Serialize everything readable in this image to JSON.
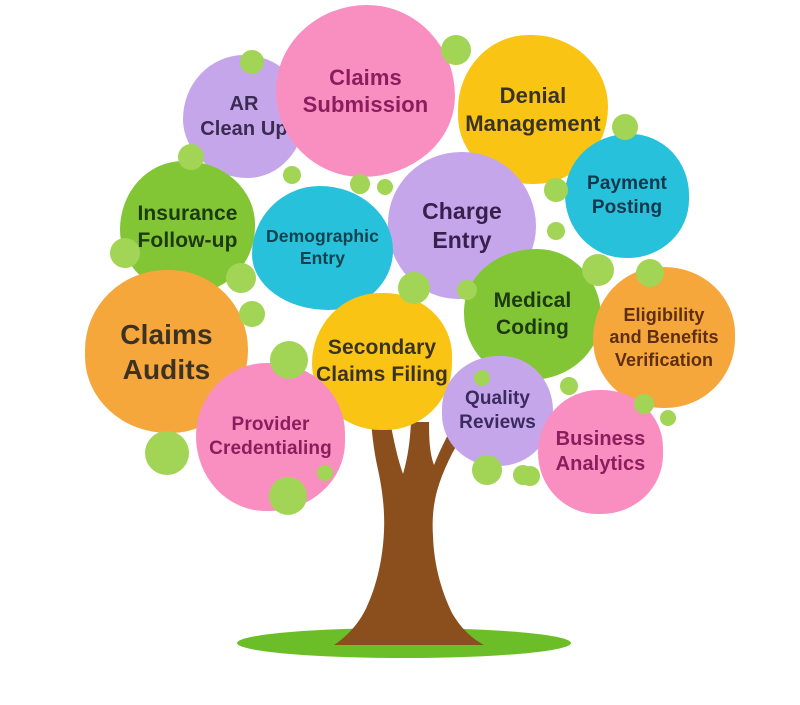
{
  "palette": {
    "pink": "#F98FC0",
    "lavender": "#C6A6EB",
    "yellow": "#F9C414",
    "green": "#82C636",
    "cyan": "#27C1DC",
    "orange": "#F5A73C"
  },
  "tree": {
    "trunk_color": "#8A4F1D",
    "grass_color": "#6CBE29",
    "leaf_color": "#A2D455"
  },
  "bubbles": [
    {
      "id": "ar-clean-up",
      "label": "AR\nClean Up",
      "color": "#C6A6EB",
      "text_color": "#3B2B52"
    },
    {
      "id": "claims-submission",
      "label": "Claims\nSubmission",
      "color": "#F98FC0",
      "text_color": "#8A1D5D"
    },
    {
      "id": "denial-management",
      "label": "Denial\nManagement",
      "color": "#F9C414",
      "text_color": "#3A3325"
    },
    {
      "id": "payment-posting",
      "label": "Payment\nPosting",
      "color": "#27C1DC",
      "text_color": "#14374A"
    },
    {
      "id": "insurance-follow-up",
      "label": "Insurance\nFollow-up",
      "color": "#82C636",
      "text_color": "#1C3A0D"
    },
    {
      "id": "charge-entry",
      "label": "Charge\nEntry",
      "color": "#C6A6EB",
      "text_color": "#38204E"
    },
    {
      "id": "demographic-entry",
      "label": "Demographic\nEntry",
      "color": "#27C1DC",
      "text_color": "#12424E"
    },
    {
      "id": "medical-coding",
      "label": "Medical\nCoding",
      "color": "#82C636",
      "text_color": "#1C3A0D"
    },
    {
      "id": "eligibility-and-benefits-verification",
      "label": "Eligibility\nand Benefits\nVerification",
      "color": "#F5A73C",
      "text_color": "#5E2E0E"
    },
    {
      "id": "claims-audits",
      "label": "Claims\nAudits",
      "color": "#F5A73C",
      "text_color": "#3C3223"
    },
    {
      "id": "secondary-claims-filing",
      "label": "Secondary\nClaims Filing",
      "color": "#F9C414",
      "text_color": "#3A3325"
    },
    {
      "id": "provider-credentialing",
      "label": "Provider\nCredentialing",
      "color": "#F98FC0",
      "text_color": "#8A1D5D"
    },
    {
      "id": "quality-reviews",
      "label": "Quality\nReviews",
      "color": "#C6A6EB",
      "text_color": "#3A2B5E"
    },
    {
      "id": "business-analytics",
      "label": "Business\nAnalytics",
      "color": "#F98FC0",
      "text_color": "#8A1D5D"
    }
  ]
}
